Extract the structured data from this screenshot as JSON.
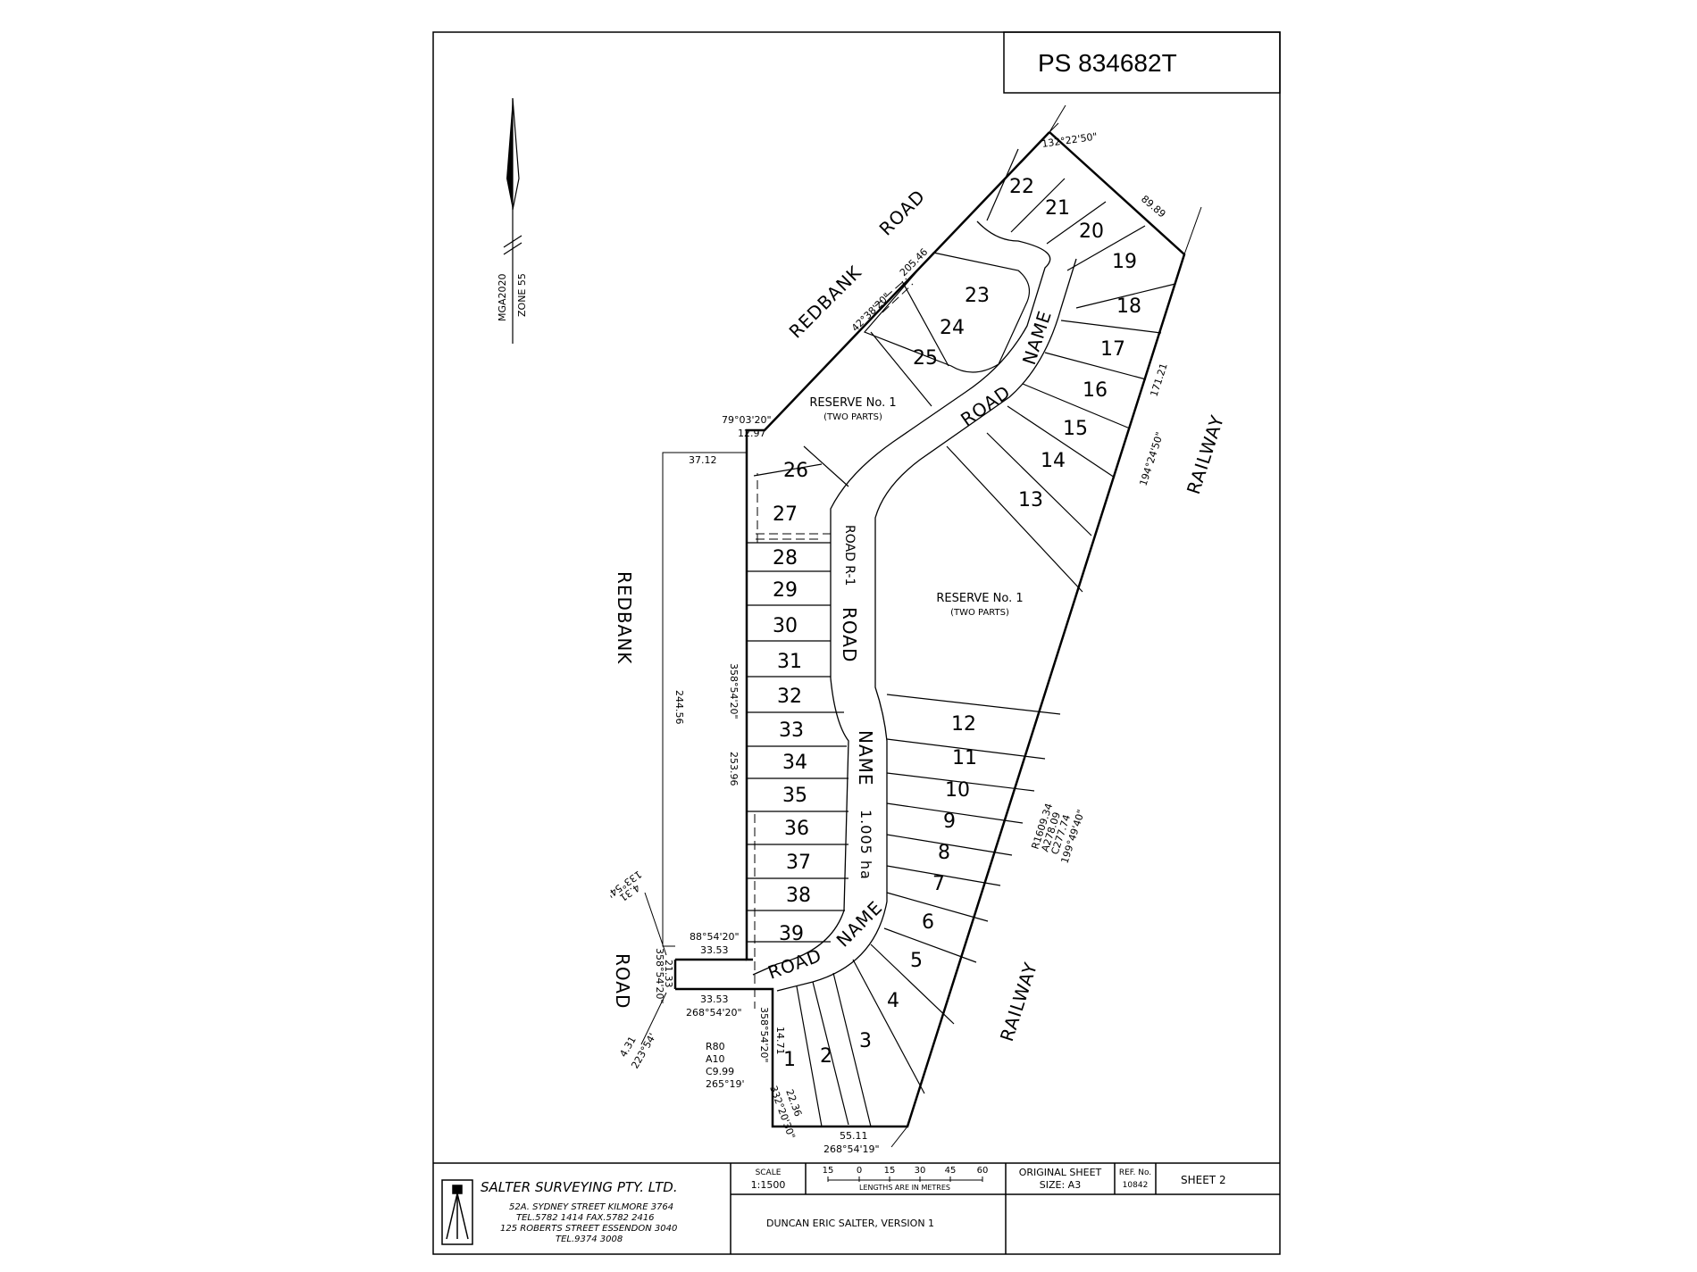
{
  "plan_number": "PS 834682T",
  "north": {
    "datum": "MGA2020",
    "zone": "ZONE 55"
  },
  "roads": {
    "redbank_road_1": "REDBANK",
    "redbank_road_2": "ROAD",
    "redbank_west_1": "REDBANK",
    "redbank_west_2": "ROAD",
    "railway_1": "RAILWAY",
    "railway_2": "RAILWAY",
    "road_name_1": "NAME",
    "road_name_2": "ROAD",
    "road_r1_a": "ROAD R-1",
    "road_r1_b": "ROAD",
    "road_name_3": "NAME",
    "road_area": "1.005 ha",
    "road_name_4": "ROAD",
    "road_name_5": "NAME"
  },
  "reserves": [
    {
      "title": "RESERVE No. 1",
      "sub": "(TWO PARTS)"
    },
    {
      "title": "RESERVE No. 1",
      "sub": "(TWO PARTS)"
    }
  ],
  "lots": [
    "1",
    "2",
    "3",
    "4",
    "5",
    "6",
    "7",
    "8",
    "9",
    "10",
    "11",
    "12",
    "13",
    "14",
    "15",
    "16",
    "17",
    "18",
    "19",
    "20",
    "21",
    "22",
    "23",
    "24",
    "25",
    "26",
    "27",
    "28",
    "29",
    "30",
    "31",
    "32",
    "33",
    "34",
    "35",
    "36",
    "37",
    "38",
    "39"
  ],
  "dimensions": {
    "d_132": "132°22'50\"",
    "d_8989": "89.89",
    "d_20546": "205.46",
    "d_423820": "42°38'20\"",
    "d_79": "79°03'20\"",
    "d_1297": "12.97",
    "d_3712": "37.12",
    "d_17121": "171.21",
    "d_194": "194°24'50\"",
    "d_24456": "244.56",
    "d_358a": "358°54'20\"",
    "d_25396": "253.96",
    "d_arc1": "R1609.34",
    "d_arc2": "A278.09",
    "d_arc3": "C277.74",
    "d_arc4": "199°49'40\"",
    "d_133": "133°54'",
    "d_431a": "4.31",
    "d_8854": "88°54'20\"",
    "d_3353a": "33.53",
    "d_358b": "358°54'20\"",
    "d_2133": "21.33",
    "d_3353b": "33.53",
    "d_2685420": "268°54'20\"",
    "d_431b": "4.31",
    "d_223": "223°54'",
    "d_r80": "R80",
    "d_a10": "A10",
    "d_c999": "C9.99",
    "d_265": "265°19'",
    "d_358c": "358°54'20\"",
    "d_1471": "14.71",
    "d_2236": "22.36",
    "d_332": "332°20'30\"",
    "d_5511": "55.11",
    "d_2685419": "268°54'19\""
  },
  "title_block": {
    "firm_name": "SALTER SURVEYING PTY. LTD.",
    "address_1": "52A. SYDNEY STREET KILMORE 3764",
    "phone_1": "TEL.5782 1414  FAX.5782 2416",
    "address_2": "125 ROBERTS STREET ESSENDON 3040",
    "phone_2": "TEL.9374 3008",
    "scale_label": "SCALE",
    "scale_value": "1:1500",
    "scale_ticks": [
      "15",
      "0",
      "15",
      "30",
      "45",
      "60"
    ],
    "scale_note": "LENGTHS ARE IN METRES",
    "original_sheet_label": "ORIGINAL SHEET",
    "original_sheet_size": "SIZE: A3",
    "ref_label": "REF. No.",
    "ref_value": "10842",
    "sheet": "SHEET 2",
    "surveyor": "DUNCAN ERIC SALTER,   VERSION   1"
  }
}
